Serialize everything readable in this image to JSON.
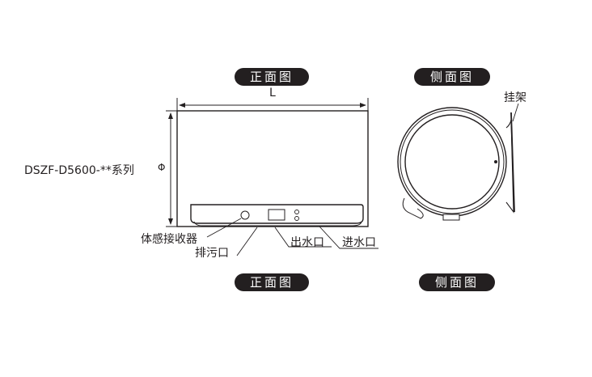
{
  "front_view": {
    "title": "正面图",
    "bottom_title": "正面图",
    "dimension_width": "L",
    "dimension_height": "Φ",
    "labels": {
      "sensor": "体感接收器",
      "drain": "排污口",
      "outlet": "出水口",
      "inlet": "进水口"
    }
  },
  "side_view": {
    "title": "侧面图",
    "bottom_title": "侧面图",
    "labels": {
      "bracket": "挂架"
    }
  },
  "model": {
    "series": "DSZF-D5600-**系列"
  },
  "colors": {
    "ink": "#231f20",
    "pill_bg": "#231f20",
    "pill_text": "#ffffff"
  }
}
